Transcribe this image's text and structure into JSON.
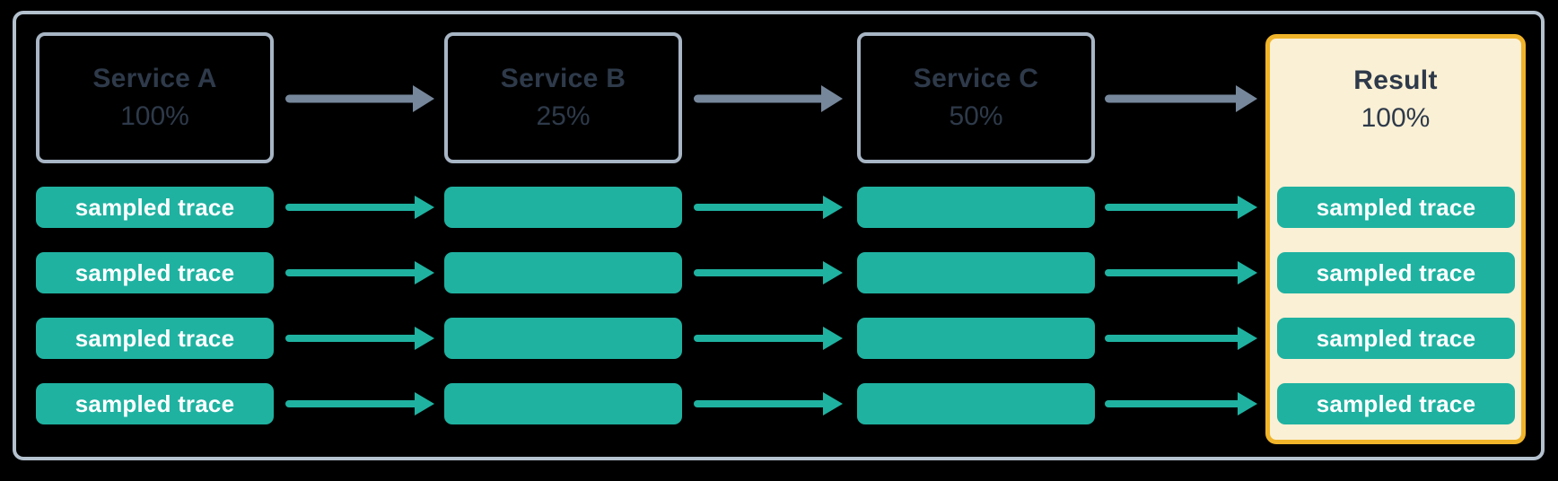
{
  "diagram": {
    "description": "Trace sampling flow across services",
    "nodes": [
      {
        "label": "Service A",
        "rate": "100%"
      },
      {
        "label": "Service B",
        "rate": "25%"
      },
      {
        "label": "Service C",
        "rate": "50%"
      },
      {
        "label": "Result",
        "rate": "100%"
      }
    ],
    "trace_label": "sampled trace",
    "trace_rows": 4,
    "colors": {
      "background": "#000000",
      "frame_border": "#b4c1ce",
      "service_box_border": "#a7b5c4",
      "heading_text": "#2e3a4a",
      "flow_arrow_gray": "#76879b",
      "trace_teal": "#1fb2a1",
      "trace_text": "#ffffff",
      "result_panel_border": "#f0b42a",
      "result_panel_fill": "#faf0d5"
    }
  }
}
